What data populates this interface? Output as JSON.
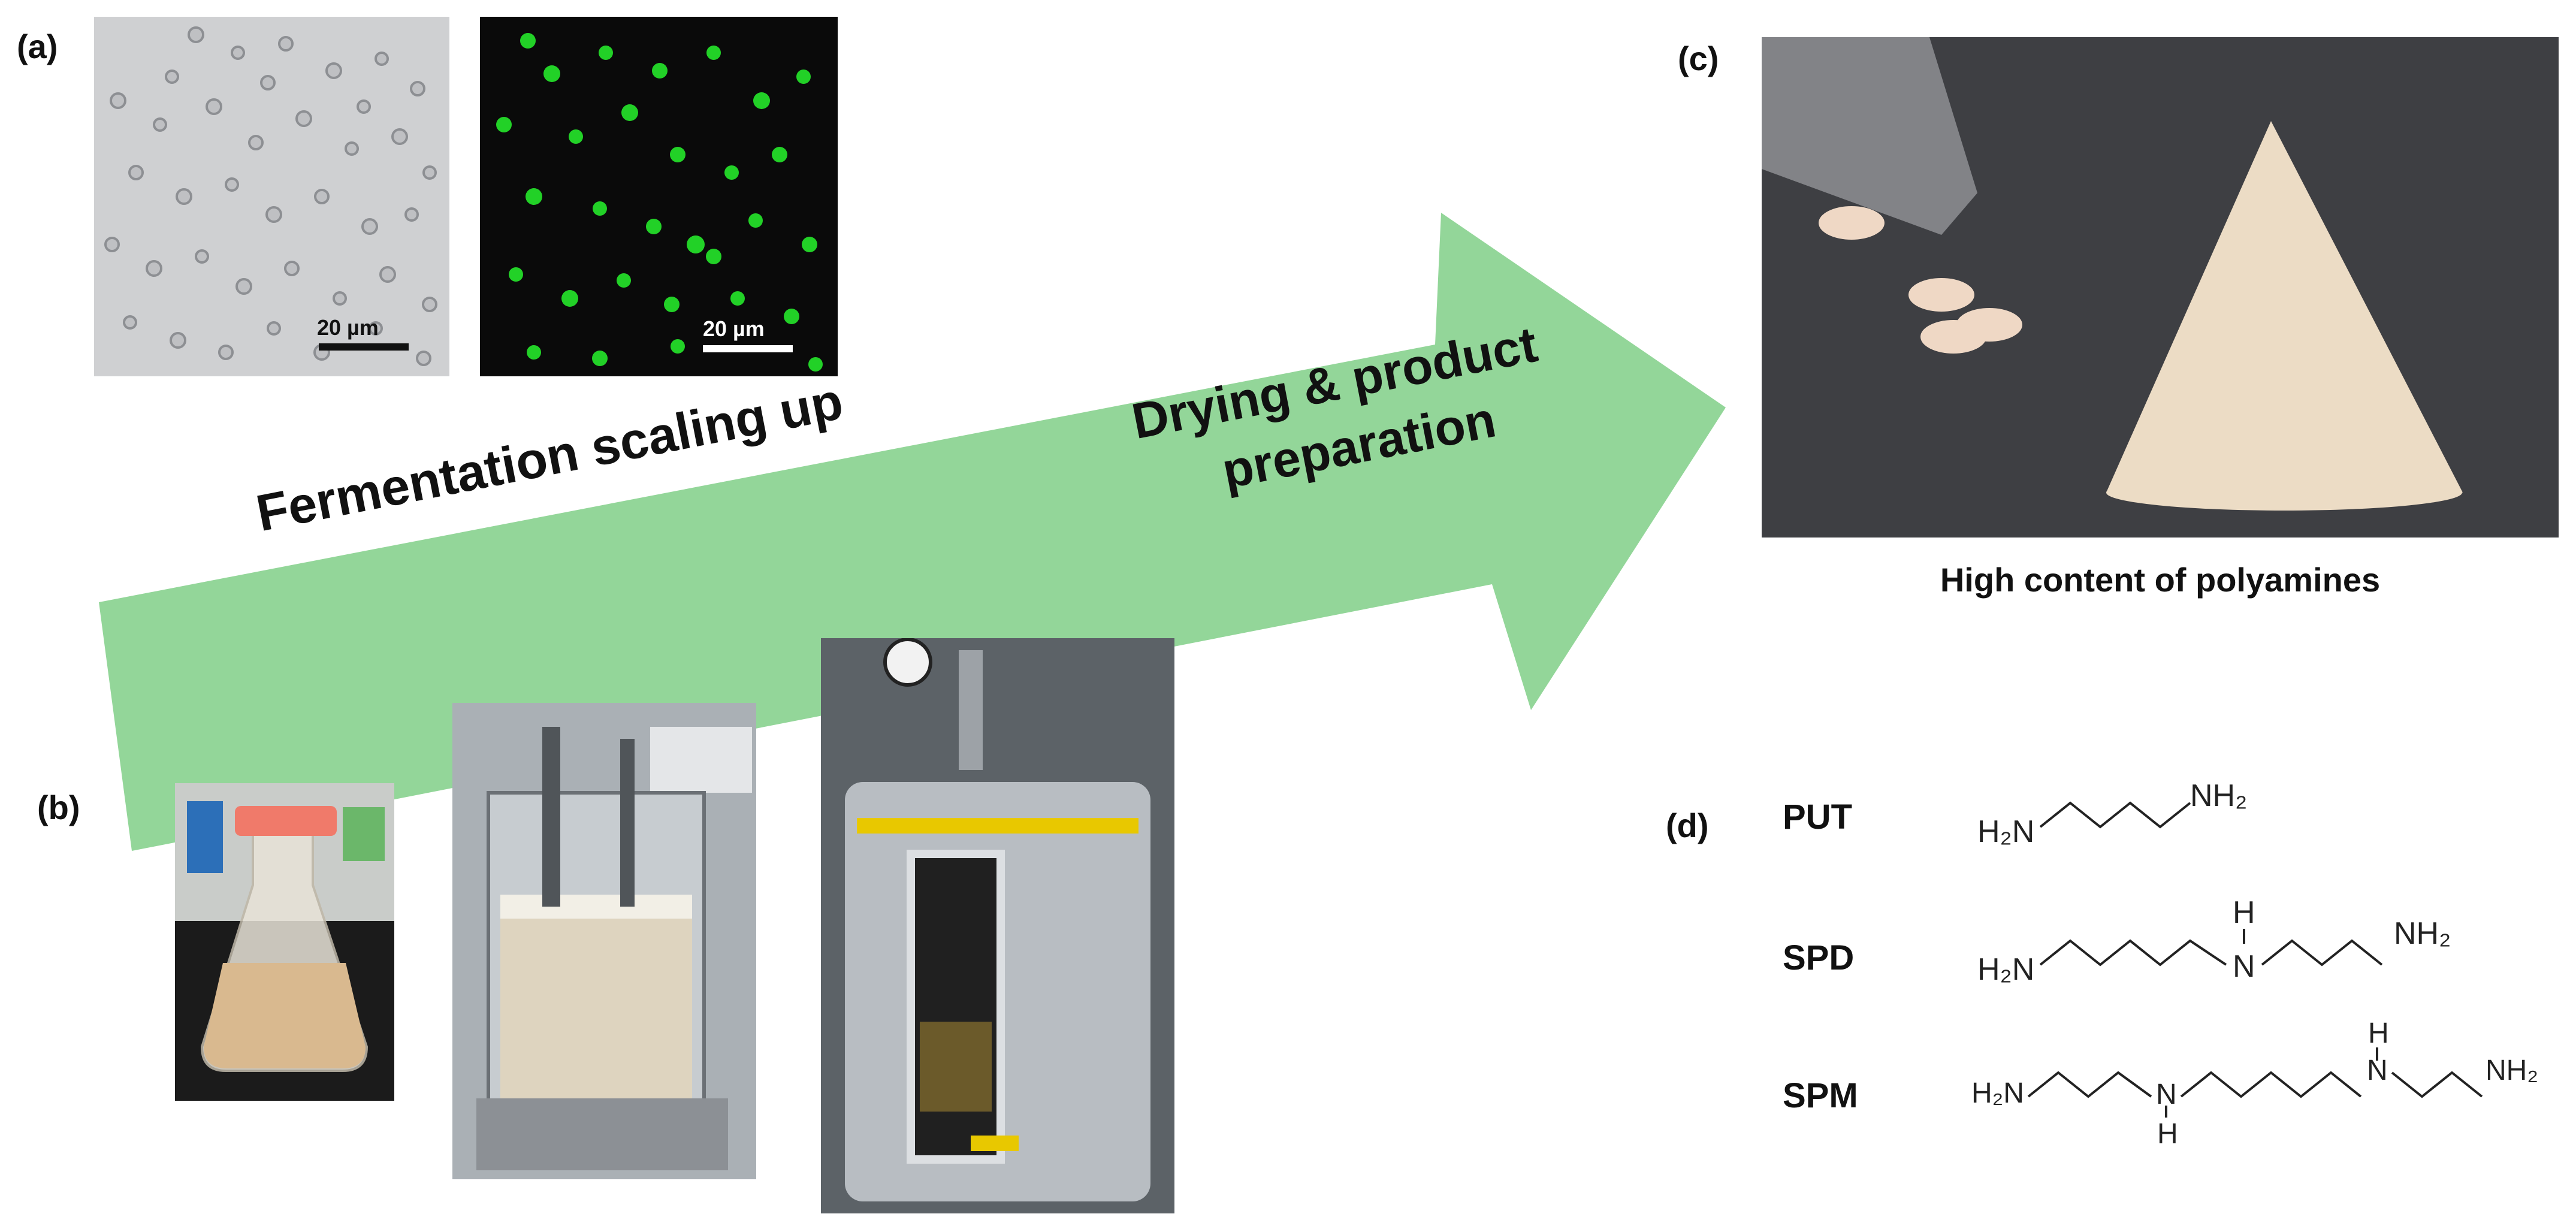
{
  "panels": {
    "a": "(a)",
    "b": "(b)",
    "c": "(c)",
    "d": "(d)"
  },
  "microscopy": {
    "brightfield_scale": "20 µm",
    "fluorescence_scale": "20 µm"
  },
  "arrow": {
    "label_main": "Fermentation scaling up",
    "label_tip_line1": "Drying & product",
    "label_tip_line2": "preparation",
    "color": "#93d699"
  },
  "product": {
    "caption": "High content of polyamines"
  },
  "compounds": [
    {
      "abbr": "PUT"
    },
    {
      "abbr": "SPD"
    },
    {
      "abbr": "SPM"
    }
  ],
  "chem_text": {
    "h2n": "H₂N",
    "nh2": "NH₂",
    "nh": "N",
    "h": "H"
  }
}
